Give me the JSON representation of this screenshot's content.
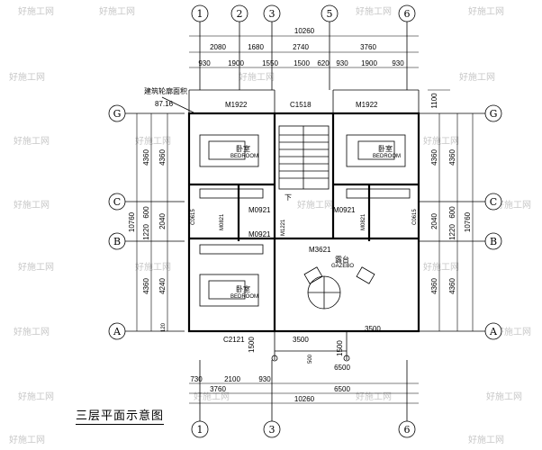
{
  "title": "三层平面示意图",
  "area_label": "建筑轮廓面积",
  "area_value": "87.16",
  "watermark": "好施工网",
  "axes_top": [
    "1",
    "2",
    "3",
    "5",
    "6"
  ],
  "axes_bottom": [
    "1",
    "3",
    "6"
  ],
  "axes_side": [
    "G",
    "C",
    "B",
    "A"
  ],
  "dims_top_total": "10260",
  "dims_top_row2": [
    "2080",
    "1680",
    "2740",
    "3760"
  ],
  "dims_top_row3": [
    "930",
    "1900",
    "1550",
    "1500",
    "620",
    "930",
    "1900",
    "930"
  ],
  "dims_bottom_row1": [
    "730",
    "2100",
    "930",
    "6500"
  ],
  "dims_bottom_row2": [
    "3760",
    "6500"
  ],
  "dims_bottom_total": "10260",
  "dims_left_outer": "10760",
  "dims_left_mid": [
    "4360",
    "600",
    "1220",
    "4360"
  ],
  "dims_left_inner": [
    "4360",
    "2040",
    "4240",
    "120"
  ],
  "dims_right_outer": "10760",
  "dims_right_mid": [
    "4360",
    "600",
    "1220",
    "4360"
  ],
  "dims_right_inner": [
    "4360",
    "2040",
    "4360"
  ],
  "dims_right_extra": "1100",
  "balcony_dims": [
    "3500",
    "3500",
    "1500",
    "1500",
    "500"
  ],
  "labels": {
    "m1922_left": "M1922",
    "m1922_right": "M1922",
    "c1518": "C1518",
    "m0921_a": "M0921",
    "m0921_b": "M0921",
    "m0921_c": "M0921",
    "m0821_a": "M0821",
    "m0821_b": "M0821",
    "m1221": "M1221",
    "m3621": "M3621",
    "c0615_left": "C0615",
    "c0615_right": "C0615",
    "c2121": "C2121",
    "stair_down": "下",
    "bedroom": "卧室",
    "bedroom_en": "BEDROOM",
    "terrace": "露台",
    "terrace_en": "GAZEBO"
  }
}
